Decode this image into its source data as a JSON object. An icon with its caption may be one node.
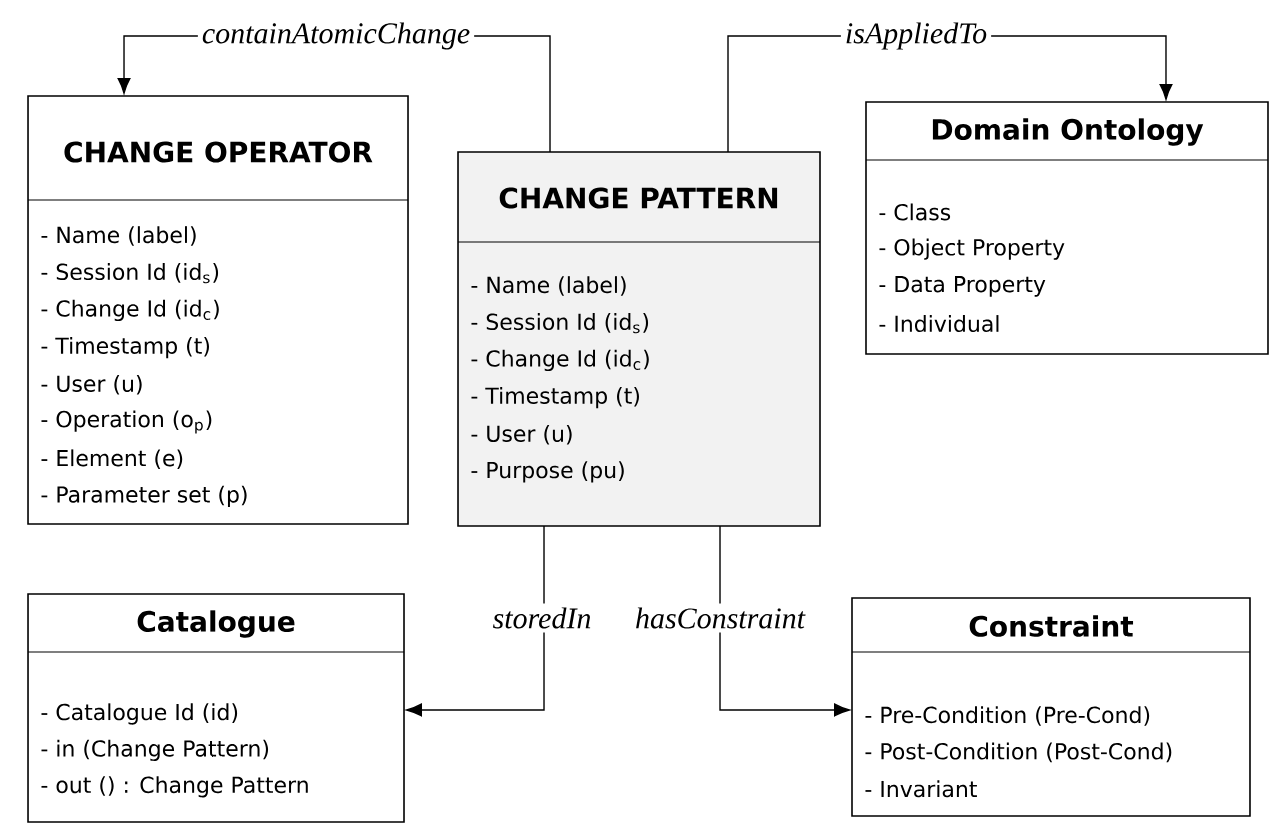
{
  "diagram": {
    "nodes": [
      {
        "text": [
          "CHANGE OPERATOR",
          "- Name (label)",
          "- Session Id (id$_{s}$)",
          "- Change Id (id$_{c}$)",
          "- Timestamp (t)",
          "- User (u)",
          "- Operation (o$_{p}$)",
          "- Element (e)",
          "- Parameter set (p)"
        ]
      },
      {
        "text": [
          "CHANGE PATTERN",
          "- Name (label)",
          "- Session Id (id$_{s}$)",
          "- Change Id (id$_{c}$)",
          "- Timestamp (t)",
          "- User (u)",
          "- Purpose (pu)"
        ]
      },
      {
        "text": [
          "Domain Ontology",
          "- Class",
          "- Object Property",
          "- Data Property",
          "- Individual"
        ]
      },
      {
        "text": [
          "Catalogue",
          "- Catalogue Id (id)",
          "- in (Change Pattern)",
          "- out () : Change Pattern"
        ]
      },
      {
        "text": [
          "Constraint",
          "- Pre-Condition (Pre-Cond)",
          "- Post-Condition (Post-Cond)",
          "- Invariant"
        ]
      }
    ],
    "edges": [
      {
        "from": 1,
        "to": 0,
        "arrow": "to",
        "label": "containAtomicChange"
      },
      {
        "from": 1,
        "to": 2,
        "arrow": "to",
        "label": "isAppliedTo"
      },
      {
        "from": 1,
        "to": 3,
        "arrow": "to",
        "label": "storedIn"
      },
      {
        "from": 1,
        "to": 4,
        "arrow": "to",
        "label": "hasConstraint"
      }
    ]
  }
}
